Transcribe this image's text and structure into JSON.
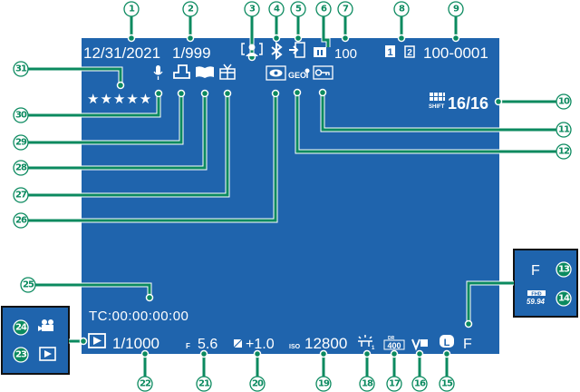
{
  "colors": {
    "screen": "#1f64ad",
    "callout": "#0b8a5f",
    "text": "#ffffff"
  },
  "screen": {
    "date": "12/31/2021",
    "frame_number": "1/999",
    "remaining": "100",
    "card_slot_1": "1",
    "card_slot_2": "2",
    "file_number": "100-0001",
    "geo": "GEO",
    "shift_label": "SHIFT",
    "multi_frame": "16/16",
    "rating": "★★★★★",
    "timecode": "TC:00:00:00:00",
    "shutter": "1/1000",
    "aperture_prefix": "F",
    "aperture": "5.6",
    "exposure_comp": "+1.0",
    "iso_prefix": "ISO",
    "iso": "12800",
    "wb_sub": "1",
    "dr_label": "DR",
    "dr_value": "400",
    "size_icon": "L",
    "quality": "F"
  },
  "insets": {
    "right": {
      "quality": "F",
      "fhd_label": "FHD",
      "frame_rate": "59.94"
    }
  },
  "icons": [
    "bluetooth-icon",
    "transfer-icon",
    "battery-icon",
    "face-detect-icon",
    "mic-icon",
    "print-icon",
    "photobook-icon",
    "gift-icon",
    "red-eye-icon",
    "location-icon",
    "protect-key-icon",
    "multi-frame-icon",
    "wb-icon",
    "film-sim-icon",
    "image-size-icon",
    "exposure-comp-icon",
    "play-icon",
    "movie-icon"
  ],
  "callouts": [
    "1",
    "2",
    "3",
    "4",
    "5",
    "6",
    "7",
    "8",
    "9",
    "10",
    "11",
    "12",
    "13",
    "14",
    "15",
    "16",
    "17",
    "18",
    "19",
    "20",
    "21",
    "22",
    "23",
    "24",
    "25",
    "26",
    "27",
    "28",
    "29",
    "30",
    "31"
  ]
}
